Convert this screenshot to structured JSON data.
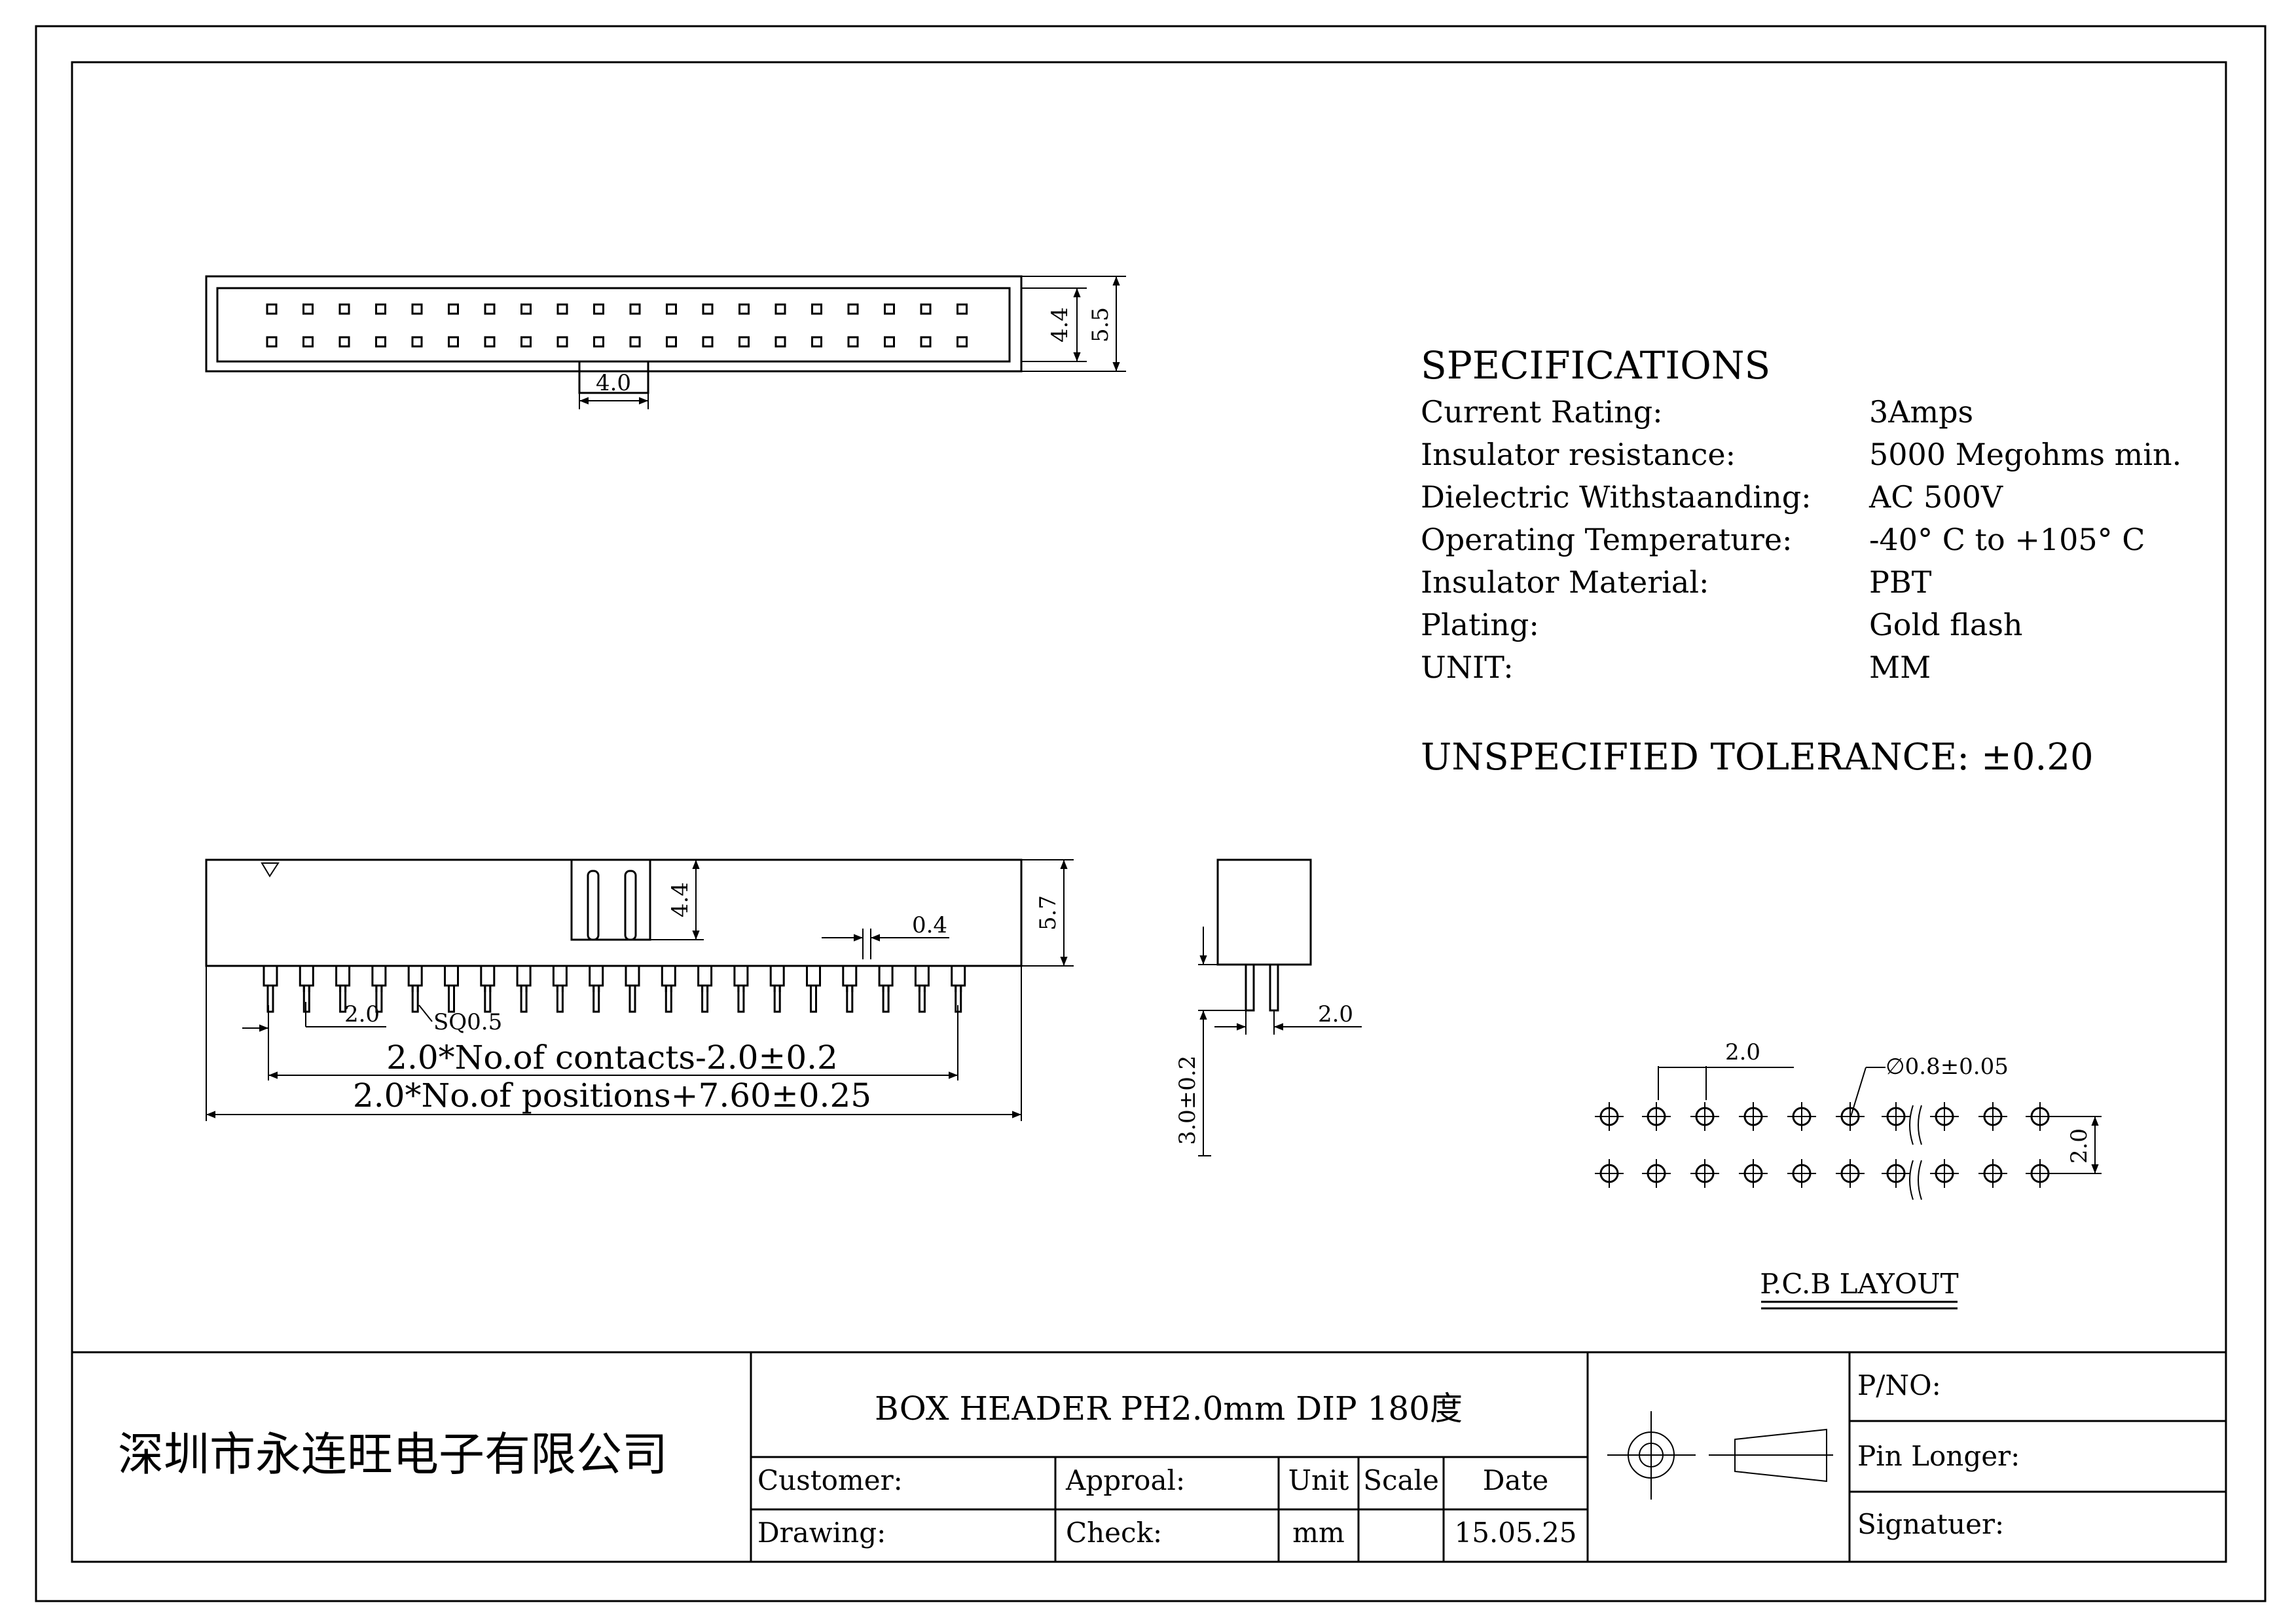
{
  "top_view": {
    "dim_height_inner": "4.4",
    "dim_height_outer": "5.5",
    "dim_key_width": "4.0"
  },
  "side_view": {
    "dim_height": "5.7",
    "dim_wall": "4.4",
    "dim_pin_width": "0.4",
    "dim_pitch": "2.0",
    "dim_square": "SQ0.5",
    "formula_contacts": "2.0*No.of contacts-2.0±0.2",
    "formula_positions": "2.0*No.of positions+7.60±0.25"
  },
  "end_view": {
    "dim_pin_length": "3.0±0.2",
    "dim_pitch": "2.0"
  },
  "specifications": {
    "title": "SPECIFICATIONS",
    "rows": [
      {
        "label": "Current Rating:",
        "value": "3Amps"
      },
      {
        "label": "Insulator resistance:",
        "value": "5000 Megohms min."
      },
      {
        "label": "Dielectric Withstaanding:",
        "value": "AC 500V"
      },
      {
        "label": "Operating Temperature:",
        "value": "-40° C to +105° C"
      },
      {
        "label": "Insulator Material:",
        "value": "PBT"
      },
      {
        "label": "Plating:",
        "value": "Gold flash"
      },
      {
        "label": "UNIT:",
        "value": "MM"
      }
    ],
    "tolerance": "UNSPECIFIED TOLERANCE: ±0.20"
  },
  "pcb_layout": {
    "title": "P.C.B LAYOUT",
    "dim_pitch_x": "2.0",
    "dim_pitch_y": "2.0",
    "dim_hole": "∅0.8±0.05"
  },
  "title_block": {
    "company": "深圳市永连旺电子有限公司",
    "product": "BOX HEADER PH2.0mm DIP 180度",
    "customer_label": "Customer:",
    "approval_label": "Approal:",
    "unit_header": "Unit",
    "scale_header": "Scale",
    "date_header": "Date",
    "drawing_label": "Drawing:",
    "check_label": "Check:",
    "unit_value": "mm",
    "date_value": "15.05.25",
    "pno_label": "P/NO:",
    "pin_longer_label": "Pin Longer:",
    "signature_label": "Signatuer:"
  }
}
